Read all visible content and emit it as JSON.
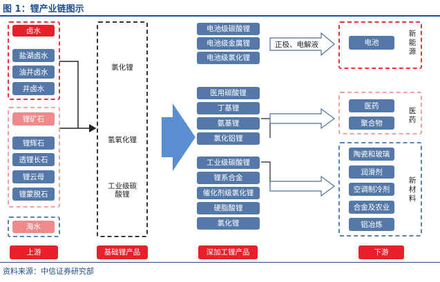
{
  "title": "图 1：锂产业链图示",
  "source": "资料来源：中信证券研究部",
  "upstream": {
    "brine_group": [
      "卤水",
      "盐湖卤水",
      "油井卤水",
      "井卤水"
    ],
    "ore_group": [
      "锂矿石",
      "锂辉石",
      "透锂长石",
      "锂云母",
      "锂蒙脱石"
    ],
    "sea_group": [
      "海水"
    ]
  },
  "basic_products": [
    "氯化锂",
    "氢氧化锂",
    "工业级碳酸锂"
  ],
  "deep_products": {
    "battery": [
      "电池级碳酸锂",
      "电池级金属锂",
      "电池级氯化锂"
    ],
    "pharma": [
      "医用碳酸锂",
      "丁基锂",
      "氨基锂",
      "氯化铝锂"
    ],
    "materials": [
      "工业级碳酸锂",
      "锂系合金",
      "催化剂级氯化锂",
      "硬脂酸锂",
      "氯化锂"
    ]
  },
  "arrow_label_battery": "正极、电解液",
  "downstream": {
    "energy": {
      "items": [
        "电池"
      ],
      "label": "新能源"
    },
    "medicine": {
      "items": [
        "医药",
        "聚合物"
      ],
      "label": "医药"
    },
    "materials": {
      "items": [
        "陶瓷和玻璃",
        "润滑剂",
        "空调制冷剂",
        "合金及农业",
        "铝冶炼"
      ],
      "label": "新材料"
    }
  },
  "stage_labels": [
    "上游",
    "基础锂产品",
    "深加工锂产品",
    "下游"
  ],
  "colors": {
    "accent_blue": "#5478a8",
    "accent_red": "#e8202a",
    "salmon": "#f08a8a",
    "title_blue": "#1d4e8f"
  }
}
